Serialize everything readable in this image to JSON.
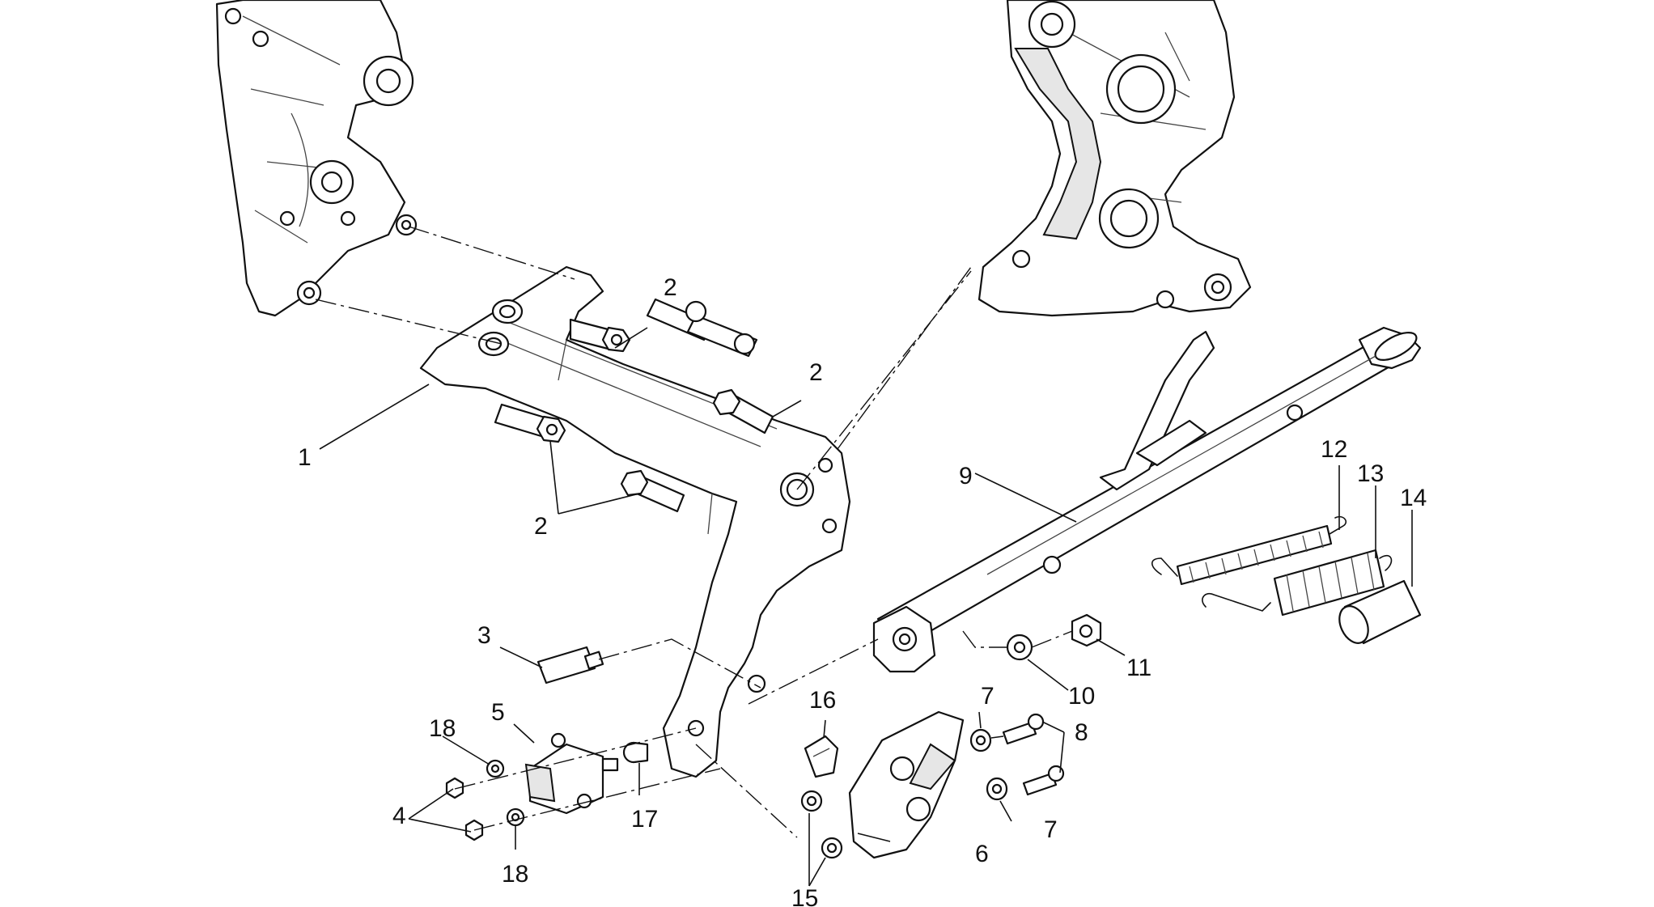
{
  "callouts": {
    "c1": "1",
    "c2a": "2",
    "c2b": "2",
    "c2c": "2",
    "c3": "3",
    "c4": "4",
    "c5": "5",
    "c6": "6",
    "c7a": "7",
    "c7b": "7",
    "c8": "8",
    "c9": "9",
    "c10": "10",
    "c11": "11",
    "c12": "12",
    "c13": "13",
    "c14": "14",
    "c15": "15",
    "c16": "16",
    "c17": "17",
    "c18a": "18",
    "c18b": "18"
  }
}
